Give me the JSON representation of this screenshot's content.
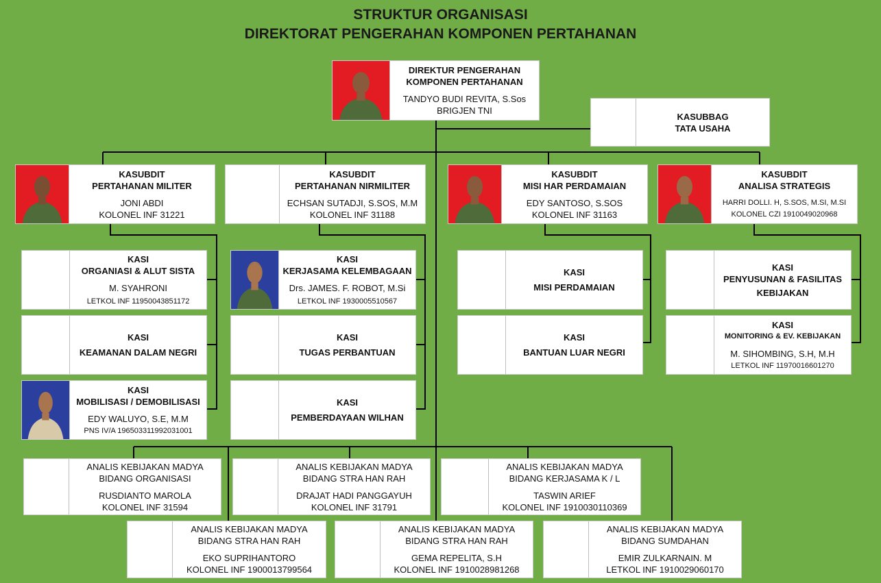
{
  "header": {
    "title_line1": "STRUKTUR ORGANISASI",
    "title_line2": "DIREKTORAT PENGERAHAN KOMPONEN PERTAHANAN"
  },
  "direktur": {
    "title1": "DIREKTUR PENGERAHAN",
    "title2": "KOMPONEN PERTAHANAN",
    "name": "TANDYO BUDI REVITA, S.Sos",
    "rank": "BRIGJEN TNI"
  },
  "kasubbag": {
    "title1": "KASUBBAG",
    "title2": "TATA USAHA"
  },
  "subdit": [
    {
      "title1": "KASUBDIT",
      "title2": "PERTAHANAN MILITER",
      "name": "JONI ABDI",
      "rank": "KOLONEL INF 31221"
    },
    {
      "title1": "KASUBDIT",
      "title2": "PERTAHANAN NIRMILITER",
      "name": "ECHSAN SUTADJI, S.SOS, M.M",
      "rank": "KOLONEL INF 31188"
    },
    {
      "title1": "KASUBDIT",
      "title2": "MISI HAR PERDAMAIAN",
      "name": "EDY SANTOSO, S.SOS",
      "rank": "KOLONEL INF 31163"
    },
    {
      "title1": "KASUBDIT",
      "title2": "ANALISA STRATEGIS",
      "name": "HARRI DOLLI. H, S.SOS, M.SI, M.SI",
      "rank": "KOLONEL  CZI 1910049020968"
    }
  ],
  "kasi": {
    "organisasi": {
      "title1": "KASI",
      "title2": "ORGANIASI & ALUT SISTA",
      "name": "M. SYAHRONI",
      "rank": "LETKOL INF 11950043851172"
    },
    "keamanan": {
      "title1": "KASI",
      "title2": "KEAMANAN DALAM NEGRI"
    },
    "mobilisasi": {
      "title1": "KASI",
      "title2": "MOBILISASI / DEMOBILISASI",
      "name": "EDY WALUYO, S.E, M.M",
      "rank": "PNS IV/A 196503311992031001"
    },
    "kerjasama": {
      "title1": "KASI",
      "title2": "KERJASAMA KELEMBAGAAN",
      "name": "Drs. JAMES. F. ROBOT, M.Si",
      "rank": "LETKOL INF 1930005510567"
    },
    "tugas": {
      "title1": "KASI",
      "title2": "TUGAS PERBANTUAN"
    },
    "pemberdayaan": {
      "title1": "KASI",
      "title2": "PEMBERDAYAAN WILHAN"
    },
    "misi": {
      "title1": "KASI",
      "title2": "MISI PERDAMAIAN"
    },
    "bantuan": {
      "title1": "KASI",
      "title2": "BANTUAN LUAR NEGRI"
    },
    "penyusunan": {
      "title1": "KASI",
      "title2": "PENYUSUNAN & FASILITAS",
      "title3": "KEBIJAKAN"
    },
    "monitoring": {
      "title1": "KASI",
      "title2": "MONITORING & EV. KEBIJAKAN",
      "name": "M. SIHOMBING, S.H, M.H",
      "rank": "LETKOL INF 11970016601270"
    }
  },
  "analis": [
    {
      "line1": "ANALIS KEBIJAKAN MADYA",
      "line2": "BIDANG ORGANISASI",
      "name": "RUSDIANTO MAROLA",
      "rank": "KOLONEL INF 31594"
    },
    {
      "line1": "ANALIS KEBIJAKAN MADYA",
      "line2": "BIDANG STRA HAN RAH",
      "name": "DRAJAT HADI PANGGAYUH",
      "rank": "KOLONEL INF 31791"
    },
    {
      "line1": "ANALIS KEBIJAKAN MADYA",
      "line2": "BIDANG KERJASAMA K / L",
      "name": "TASWIN ARIEF",
      "rank": "KOLONEL INF 1910030110369"
    },
    {
      "line1": "ANALIS KEBIJAKAN MADYA",
      "line2": "BIDANG STRA HAN RAH",
      "name": "EKO SUPRIHANTORO",
      "rank": "KOLONEL INF 1900013799564"
    },
    {
      "line1": "ANALIS KEBIJAKAN MADYA",
      "line2": "BIDANG STRA HAN RAH",
      "name": "GEMA REPELITA, S.H",
      "rank": "KOLONEL INF  1910028981268"
    },
    {
      "line1": "ANALIS KEBIJAKAN MADYA",
      "line2": "BIDANG SUMDAHAN",
      "name": "EMIR ZULKARNAIN. M",
      "rank": "LETKOL INF 1910029060170"
    }
  ],
  "colors": {
    "background": "#70ad47",
    "box": "#ffffff",
    "line": "#000000",
    "photo_red": "#e31b23",
    "photo_blue": "#2a3f9e",
    "uniform_green": "#4f6b3a"
  }
}
